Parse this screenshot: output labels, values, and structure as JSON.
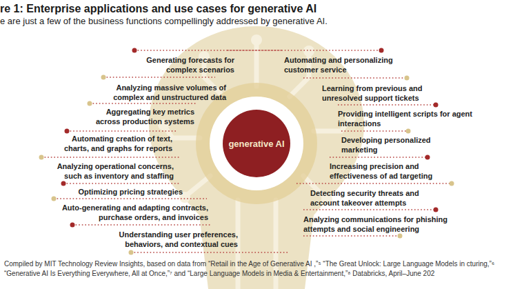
{
  "diagram": {
    "title": "re 1: Enterprise applications and use cases for generative AI",
    "caption": "Compiled by MIT Technology Review Insights, based on data from “Retail in the Age of Generative AI ,”⁵ “The Great Unlock: Large Language Models in cturing,”⁶ “Generative AI Is Everything Everywhere, All at Once,”⁷ and “Large Language Models in Media & Entertainment,”⁸ Databricks, April–June 202",
    "nodes": [
      {
        "text": [
          "generative AI"
        ]
      }
    ],
    "labels": [
      "e are just a few of the business functions compellingly addressed by generative AI.",
      "Generating forecasts for complex scenarios",
      "Analyzing massive volumes of complex and unstructured data",
      "Aggregating key metrics across production systems",
      "Automating creation of text, charts, and graphs for reports",
      "Analyzing operational concerns, such as inventory and staffing",
      "Optimizing pricing strategies",
      "Auto-generating and adapting contracts, purchase orders, and invoices",
      "Understanding user preferences, behaviors, and contextual cues",
      "Automating and personalizing customer service",
      "Learning from previous and unresolved support tickets",
      "Providing intelligent scripts for agent interactions",
      "Developing personalized marketing",
      "Increasing precision and effectiveness of ad targeting",
      "Detecting security threats and account takeover attempts",
      "Analyzing communications for phishing attempts and social engineering"
    ]
  }
}
